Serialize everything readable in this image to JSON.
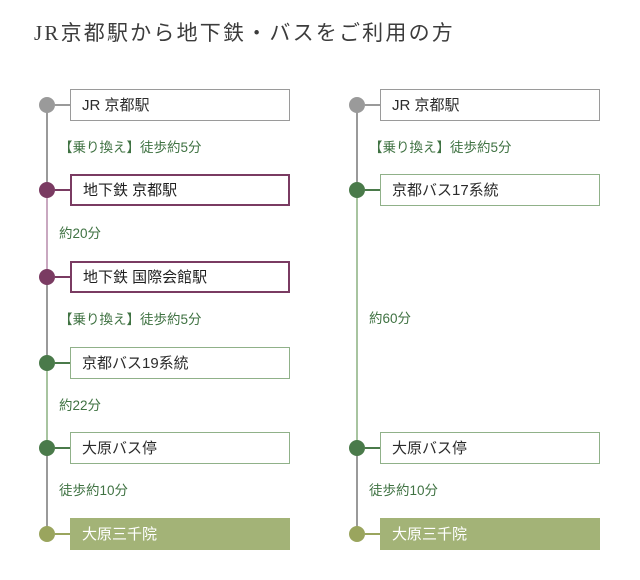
{
  "page": {
    "title": "JR京都駅から地下鉄・バスをご利用の方",
    "background": "#ffffff"
  },
  "colors": {
    "title_text": "#3c3c3c",
    "caption_text": "#3f7242",
    "jr_line": "#9a9a9a",
    "jr_dot": "#9a9a9a",
    "subway_line": "#c9a8c0",
    "subway_dot": "#7a3b62",
    "bus_line": "#a8c4a0",
    "bus_dot": "#4a7a4a",
    "walk_line": "#9a9a9a",
    "destination_dot": "#9aa55e",
    "destination_fill": "#a3b377",
    "destination_text": "#ffffff"
  },
  "routes": [
    {
      "id": "route-subway-bus",
      "name": "subway-then-bus-route",
      "steps": [
        {
          "label": "JR 京都駅",
          "style": "gray",
          "dot": "jr"
        },
        {
          "label": "地下鉄 京都駅",
          "style": "purple",
          "dot": "subway"
        },
        {
          "label": "地下鉄 国際会館駅",
          "style": "purple",
          "dot": "subway"
        },
        {
          "label": "京都バス19系統",
          "style": "green",
          "dot": "bus"
        },
        {
          "label": "大原バス停",
          "style": "green",
          "dot": "bus"
        },
        {
          "label": "大原三千院",
          "style": "dest",
          "dot": "destination"
        }
      ],
      "connectors": [
        {
          "label": "【乗り換え】徒歩約5分",
          "line": "jr"
        },
        {
          "label": "約20分",
          "line": "subway"
        },
        {
          "label": "【乗り換え】徒歩約5分",
          "line": "walk"
        },
        {
          "label": "約22分",
          "line": "bus"
        },
        {
          "label": "徒歩約10分",
          "line": "walk"
        }
      ]
    },
    {
      "id": "route-bus-direct",
      "name": "direct-bus-route",
      "steps": [
        {
          "label": "JR 京都駅",
          "style": "gray",
          "dot": "jr"
        },
        {
          "label": "京都バス17系統",
          "style": "green",
          "dot": "bus"
        },
        {
          "label": "大原バス停",
          "style": "green",
          "dot": "bus"
        },
        {
          "label": "大原三千院",
          "style": "dest",
          "dot": "destination"
        }
      ],
      "connectors": [
        {
          "label": "【乗り換え】徒歩約5分",
          "line": "jr"
        },
        {
          "label": "約60分",
          "line": "bus"
        },
        {
          "label": "徒歩約10分",
          "line": "walk"
        }
      ]
    }
  ]
}
